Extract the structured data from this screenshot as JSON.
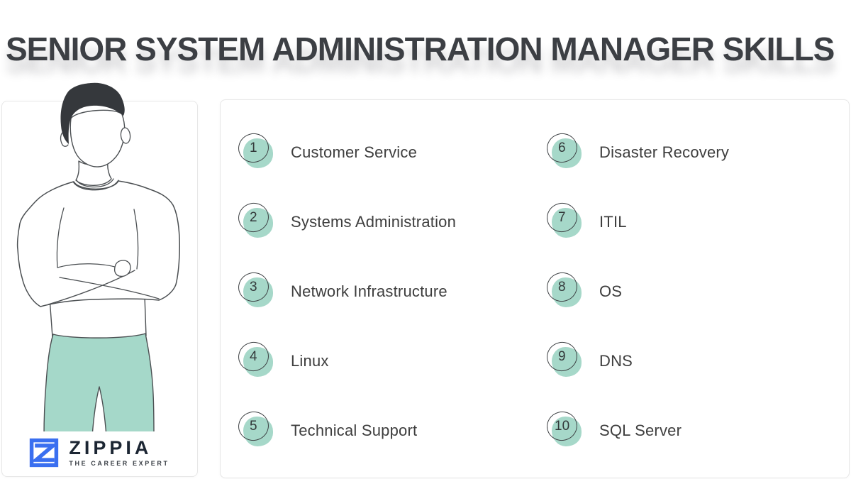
{
  "title": "SENIOR SYSTEM ADMINISTRATION MANAGER SKILLS",
  "skills": {
    "left": [
      {
        "number": "1",
        "label": "Customer Service"
      },
      {
        "number": "2",
        "label": "Systems Administration"
      },
      {
        "number": "3",
        "label": "Network Infrastructure"
      },
      {
        "number": "4",
        "label": "Linux"
      },
      {
        "number": "5",
        "label": "Technical Support"
      }
    ],
    "right": [
      {
        "number": "6",
        "label": "Disaster Recovery"
      },
      {
        "number": "7",
        "label": "ITIL"
      },
      {
        "number": "8",
        "label": "OS"
      },
      {
        "number": "9",
        "label": "DNS"
      },
      {
        "number": "10",
        "label": "SQL Server"
      }
    ]
  },
  "logo": {
    "brand": "ZIPPIA",
    "tagline": "THE CAREER EXPERT"
  },
  "illustration": {
    "alt": "Line-art man with crossed arms wearing teal pants"
  },
  "colors": {
    "accent_teal": "#a6d8c9",
    "logo_blue": "#3a6ff0",
    "title_text": "#3c3f44",
    "body_text": "#3e3e3e",
    "card_border": "#e7e7e7",
    "circle_outline": "#3d4043"
  }
}
